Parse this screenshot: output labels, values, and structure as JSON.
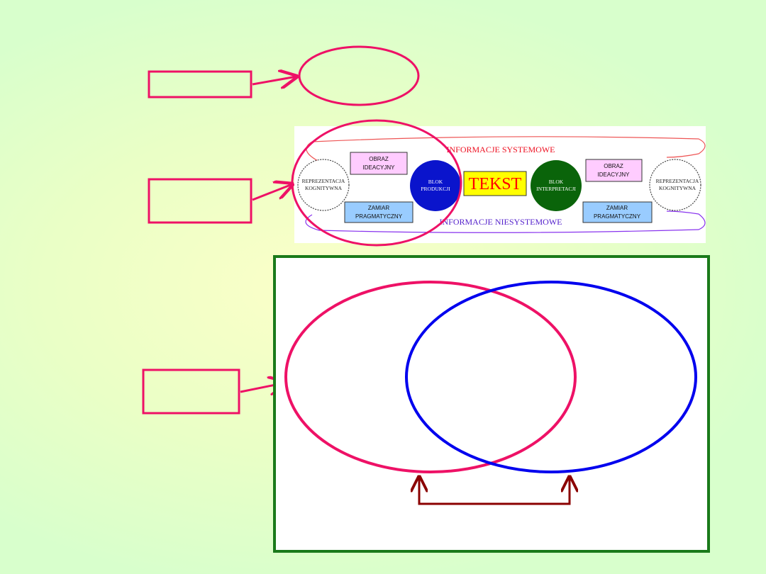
{
  "diagram": {
    "info_systemic": "INFORMACJE SYSTEMOWE",
    "info_nonsystemic": "INFORMACJE NIESYSTEMOWE",
    "cog_left": [
      "REPREZENTACJA",
      "KOGNITYWNA"
    ],
    "cog_right": [
      "REPREZENTACJA",
      "KOGNITYWNA"
    ],
    "image_left": [
      "OBRAZ",
      "IDEACYJNY"
    ],
    "image_right": [
      "OBRAZ",
      "IDEACYJNY"
    ],
    "intent_left": [
      "ZAMIAR",
      "PRAGMATYCZNY"
    ],
    "intent_right": [
      "ZAMIAR",
      "PRAGMATYCZNY"
    ],
    "block_production": [
      "BLOK",
      "PRODUKCJI"
    ],
    "block_interpretation": [
      "BLOK",
      "INTERPRETACJI"
    ],
    "text_center": "TEKST"
  },
  "colors": {
    "pink": "#ee1166",
    "blue": "#0000ee",
    "green_frame": "#1a7a1a",
    "dark_red": "#8b0000",
    "prod_blue": "#0a14cc",
    "interp_green": "#0a640a",
    "box_pink": "#ffccff",
    "box_blue": "#99ccff",
    "tekst_yellow": "#ffff00",
    "tekst_red": "#ff0000"
  }
}
